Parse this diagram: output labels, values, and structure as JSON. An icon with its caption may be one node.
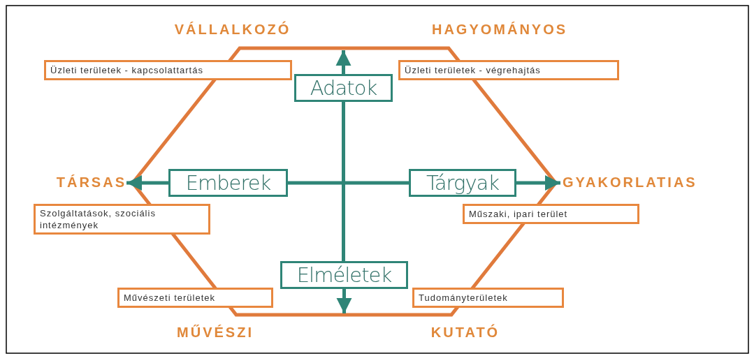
{
  "diagram": {
    "nodes": [
      {
        "text": [
          "Üzleti területek - kapcsolattartás"
        ]
      },
      {
        "text": [
          "Üzleti területek - végrehajtás"
        ]
      },
      {
        "text": [
          "Adatok"
        ]
      },
      {
        "text": [
          "TÁRSAS"
        ]
      },
      {
        "text": [
          "Emberek"
        ]
      },
      {
        "text": [
          "Tárgyak"
        ]
      },
      {
        "text": [
          "GYAKORLATIAS"
        ]
      },
      {
        "text": [
          "Szolgáltatások, szociális intézmények"
        ]
      },
      {
        "text": [
          "Műszaki, ipari terület"
        ]
      },
      {
        "text": [
          "Elméletek"
        ]
      },
      {
        "text": [
          "Művészeti területek"
        ]
      },
      {
        "text": [
          "Tudományterületek"
        ]
      }
    ],
    "edges": [
      {
        "from": 2,
        "to": null,
        "arrow": "to"
      },
      {
        "from": 9,
        "to": null,
        "arrow": "to"
      },
      {
        "from": 4,
        "to": 3,
        "arrow": "to"
      },
      {
        "from": 5,
        "to": 6,
        "arrow": "to"
      },
      {
        "from": 2,
        "to": 9,
        "arrow": "none"
      },
      {
        "from": 4,
        "to": 5,
        "arrow": "none"
      }
    ],
    "labels": [
      "VÁLLALKOZÓ",
      "HAGYOMÁNYOS",
      "MŰVÉSZI",
      "KUTATÓ"
    ]
  }
}
